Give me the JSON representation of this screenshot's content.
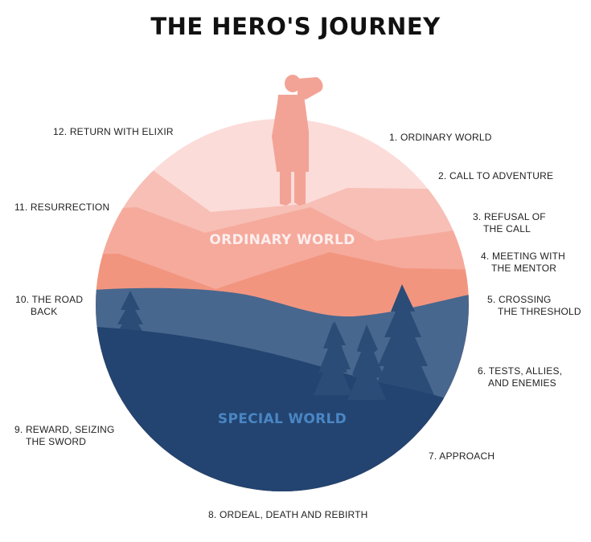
{
  "title": "THE HERO'S JOURNEY",
  "worlds": {
    "ordinary": "ORDINARY WORLD",
    "special": "SPECIAL WORLD"
  },
  "stages": [
    {
      "lines": [
        "1. ORDINARY WORLD"
      ]
    },
    {
      "lines": [
        "2. CALL TO ADVENTURE"
      ]
    },
    {
      "lines": [
        "3. REFUSAL OF",
        "THE CALL"
      ]
    },
    {
      "lines": [
        "4. MEETING WITH",
        "THE MENTOR"
      ]
    },
    {
      "lines": [
        "5. CROSSING",
        "THE THRESHOLD"
      ]
    },
    {
      "lines": [
        "6. TESTS, ALLIES,",
        "AND ENEMIES"
      ]
    },
    {
      "lines": [
        "7. APPROACH"
      ]
    },
    {
      "lines": [
        "8. ORDEAL, DEATH AND REBIRTH"
      ]
    },
    {
      "lines": [
        "9. REWARD, SEIZING",
        "THE SWORD"
      ]
    },
    {
      "lines": [
        "10. THE ROAD",
        "BACK"
      ]
    },
    {
      "lines": [
        "11. RESURRECTION"
      ]
    },
    {
      "lines": [
        "12. RETURN WITH ELIXIR"
      ]
    }
  ],
  "colors": {
    "sky": "#fbdcd9",
    "mountain_far": "#f7bfb6",
    "mountain_mid": "#f5aa9c",
    "mountain_near": "#f2957f",
    "hero": "#f2a395",
    "land_far": "#48678e",
    "land_near": "#234470",
    "trees": "#2b4c76",
    "ordinary_text": "#fdeeee",
    "special_text": "#4a86c4"
  },
  "icons": {
    "hero": "hero-silhouette-icon",
    "tree": "pine-tree-icon"
  }
}
